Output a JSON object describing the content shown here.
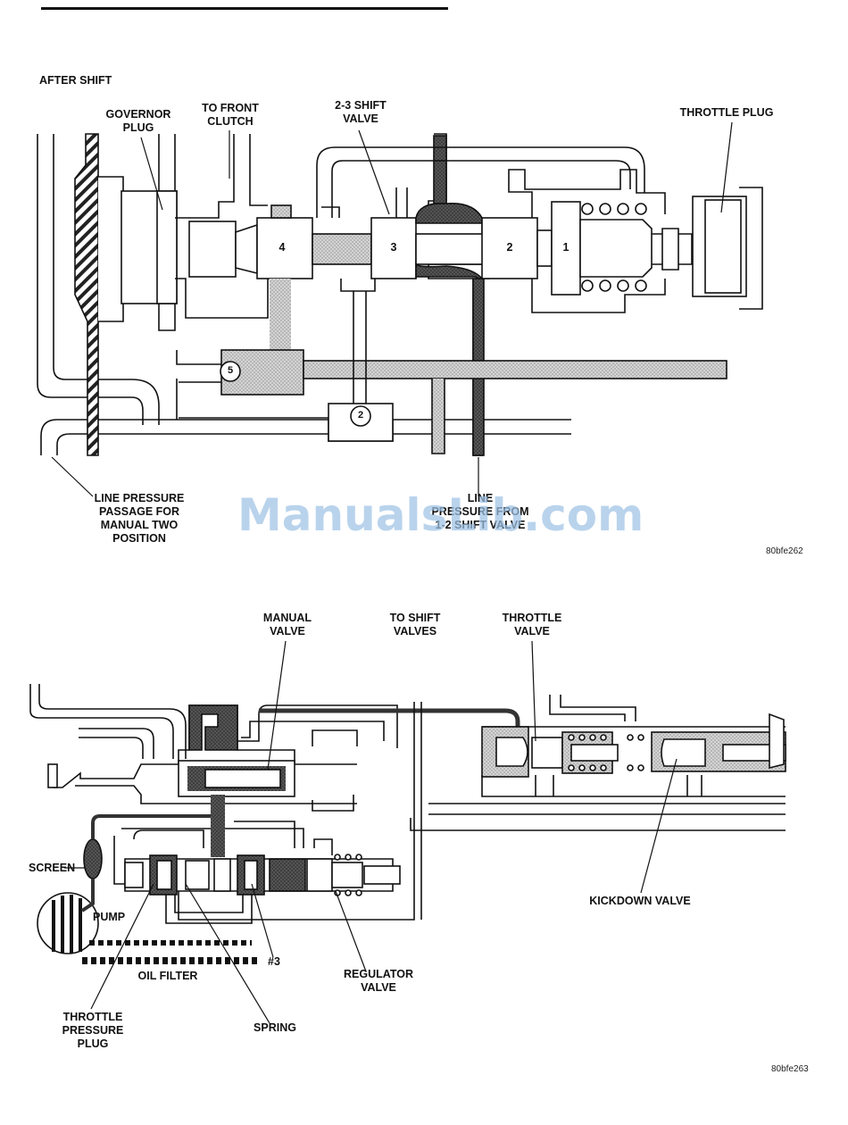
{
  "figure1": {
    "heading": "AFTER SHIFT",
    "labels": {
      "governor_plug": "GOVERNOR\nPLUG",
      "to_front_clutch": "TO FRONT\nCLUTCH",
      "shift_valve_23": "2-3 SHIFT\nVALVE",
      "throttle_plug": "THROTTLE PLUG",
      "line_pressure_manual": "LINE PRESSURE\nPASSAGE FOR\nMANUAL TWO\nPOSITION",
      "line_pressure_from": "LINE\nPRESSURE FROM\n1-2 SHIFT VALVE"
    },
    "lands": [
      "4",
      "3",
      "2",
      "1"
    ],
    "check_balls": [
      "5",
      "2"
    ],
    "figure_code": "80bfe262"
  },
  "figure2": {
    "labels": {
      "manual_valve": "MANUAL\nVALVE",
      "to_shift_valves": "TO SHIFT\nVALVES",
      "throttle_valve": "THROTTLE\nVALVE",
      "screen": "SCREEN",
      "pump": "PUMP",
      "kickdown_valve": "KICKDOWN VALVE",
      "num3": "#3",
      "oil_filter": "OIL FILTER",
      "regulator_valve": "REGULATOR\nVALVE",
      "throttle_pressure_plug": "THROTTLE\nPRESSURE\nPLUG",
      "spring": "SPRING"
    },
    "figure_code": "80bfe263"
  },
  "watermark": "ManualsLib.com"
}
